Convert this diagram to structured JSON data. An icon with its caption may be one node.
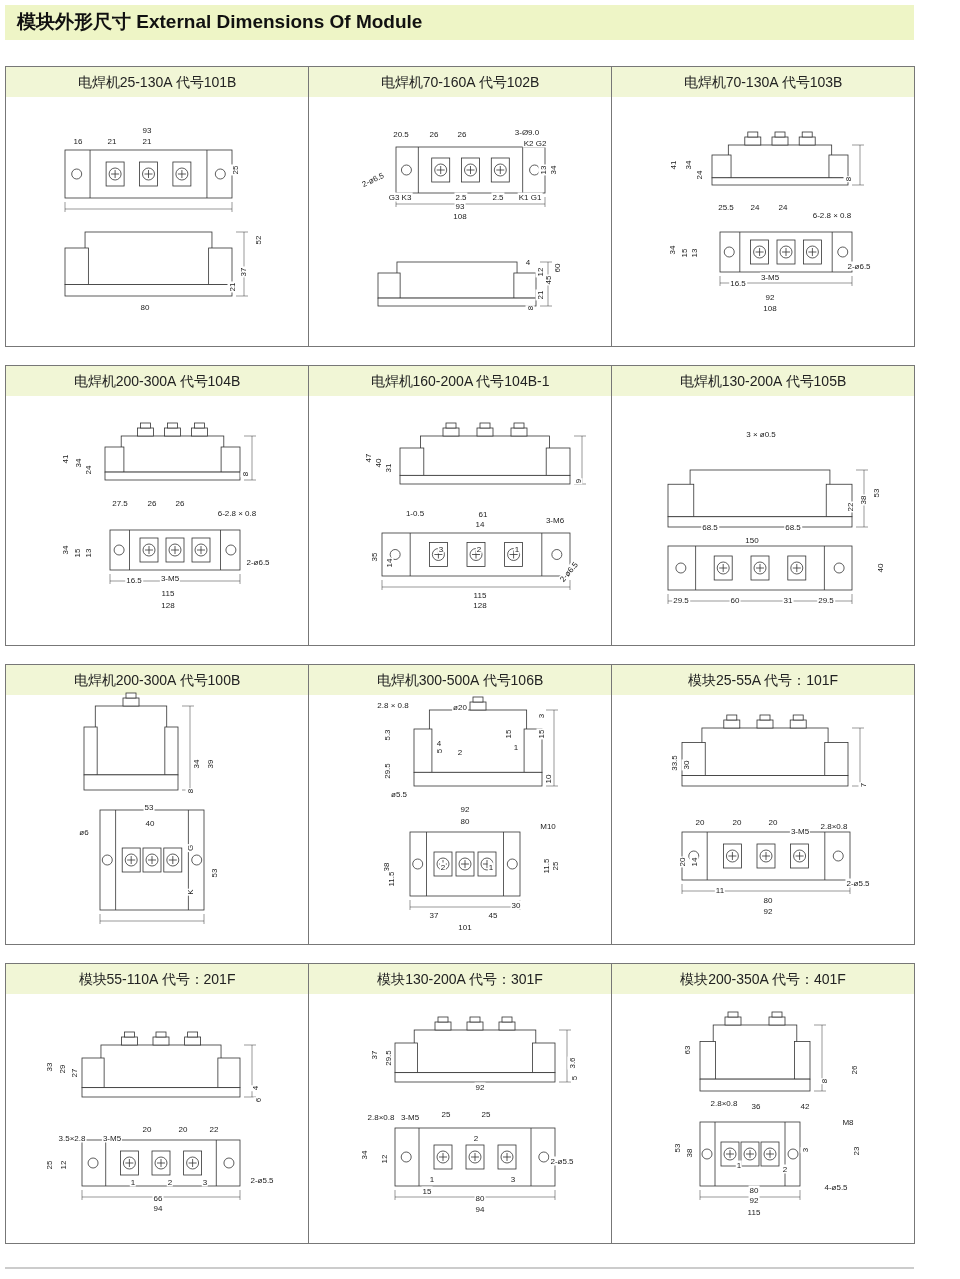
{
  "diagram": {
    "title": "模块外形尺寸 External Dimensions Of Module",
    "nodes": [
      {
        "text": [
          "电焊机25-130A 代号101B"
        ]
      },
      {
        "text": [
          "电焊机70-160A 代号102B"
        ]
      },
      {
        "text": [
          "电焊机70-130A 代号103B"
        ]
      },
      {
        "text": [
          "电焊机200-300A 代号104B"
        ]
      },
      {
        "text": [
          "电焊机160-200A 代号104B-1"
        ]
      },
      {
        "text": [
          "电焊机130-200A 代号105B"
        ]
      },
      {
        "text": [
          "电焊机200-300A 代号100B"
        ]
      },
      {
        "text": [
          "电焊机300-500A 代号106B"
        ]
      },
      {
        "text": [
          "模块25-55A 代号：101F"
        ]
      },
      {
        "text": [
          "模块55-110A 代号：201F"
        ]
      },
      {
        "text": [
          "模块130-200A 代号：301F"
        ]
      },
      {
        "text": [
          "模块200-350A 代号：401F"
        ]
      }
    ],
    "labels": [
      "93",
      "16",
      "21",
      "21",
      "25",
      "52",
      "37",
      "21",
      "80",
      "20.5",
      "26",
      "26",
      "3-Ø9.0",
      "K2 G2",
      "2-ø6.5",
      "13",
      "34",
      "G3 K3",
      "2.5",
      "2.5",
      "K1 G1",
      "93",
      "108",
      "4",
      "12",
      "45",
      "60",
      "21",
      "8",
      "41",
      "34",
      "24",
      "8",
      "25.5",
      "24",
      "24",
      "6-2.8 × 0.8",
      "34",
      "15",
      "13",
      "2-ø6.5",
      "16.5",
      "3-M5",
      "92",
      "108",
      "41",
      "34",
      "24",
      "8",
      "27.5",
      "26",
      "26",
      "6-2.8 × 0.8",
      "34",
      "15",
      "13",
      "2-ø6.5",
      "16.5",
      "3-M5",
      "115",
      "128",
      "47",
      "40",
      "31",
      "9",
      "1-0.5",
      "61",
      "14",
      "3-M6",
      "35",
      "14",
      "3",
      "2",
      "1",
      "2-ø6.5",
      "115",
      "128",
      "3 × ø0.5",
      "53",
      "38",
      "22",
      "68.5",
      "68.5",
      "150",
      "40",
      "29.5",
      "60",
      "31",
      "29.5",
      "34",
      "39",
      "8",
      "53",
      "40",
      "ø6",
      "G",
      "K",
      "53",
      "2.8 × 0.8",
      "ø20",
      "3",
      "5.3",
      "15",
      "15",
      "4",
      "5",
      "2",
      "1",
      "29.5",
      "10",
      "ø5.5",
      "92",
      "80",
      "M10",
      "38",
      "2",
      "1",
      "11.5",
      "11.5",
      "25",
      "30",
      "37",
      "45",
      "101",
      "33.5",
      "30",
      "7",
      "20",
      "20",
      "20",
      "3-M5",
      "2.8×0.8",
      "20",
      "14",
      "11",
      "2-ø5.5",
      "80",
      "92",
      "33",
      "29",
      "27",
      "4",
      "6",
      "3.5×2.8",
      "3-M5",
      "20",
      "20",
      "22",
      "25",
      "12",
      "1",
      "2",
      "3",
      "2-ø5.5",
      "66",
      "94",
      "37",
      "29.5",
      "3.6",
      "5",
      "92",
      "2.8×0.8",
      "3-M5",
      "25",
      "25",
      "2",
      "34",
      "12",
      "1",
      "3",
      "2-ø5.5",
      "15",
      "80",
      "94",
      "63",
      "8",
      "26",
      "2.8×0.8",
      "36",
      "42",
      "M8",
      "53",
      "38",
      "1",
      "3",
      "23",
      "2",
      "4-ø5.5",
      "80",
      "92",
      "115"
    ]
  }
}
